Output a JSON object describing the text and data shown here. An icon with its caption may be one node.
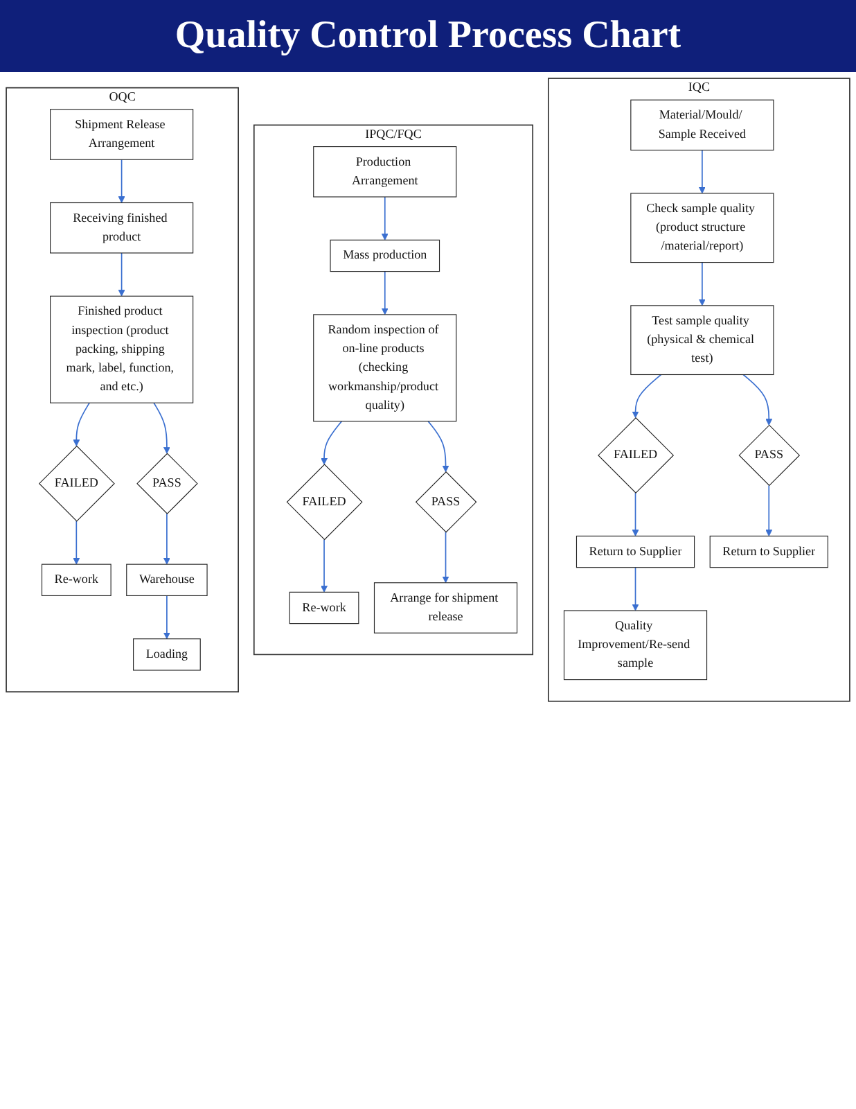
{
  "diagram": {
    "title": "Quality Control Process Chart",
    "nodes": [
      {
        "text": [
          "IQC"
        ]
      },
      {
        "text": [
          "Material/Mould/ Sample Received"
        ],
        "in": 0
      },
      {
        "text": [
          "Check sample quality (product structure /material/report)"
        ],
        "in": 0
      },
      {
        "text": [
          "Test sample quality (physical & chemical test)"
        ],
        "in": 0
      },
      {
        "text": [
          "FAILED"
        ],
        "in": 0
      },
      {
        "text": [
          "PASS"
        ],
        "in": 0
      },
      {
        "text": [
          "Return to Supplier"
        ],
        "in": 0
      },
      {
        "text": [
          "Return to Supplier"
        ],
        "in": 0
      },
      {
        "text": [
          "Quality Improvement/Re-send sample"
        ],
        "in": 0
      },
      {
        "text": [
          "IPQC/FQC"
        ]
      },
      {
        "text": [
          "Production Arrangement"
        ],
        "in": 9
      },
      {
        "text": [
          "Mass production"
        ],
        "in": 9
      },
      {
        "text": [
          "Random inspection of on-line products (checking workmanship/product quality)"
        ],
        "in": 9
      },
      {
        "text": [
          "FAILED"
        ],
        "in": 9
      },
      {
        "text": [
          "PASS"
        ],
        "in": 9
      },
      {
        "text": [
          "Re-work"
        ],
        "in": 9
      },
      {
        "text": [
          "Arrange for shipment release"
        ],
        "in": 9
      },
      {
        "text": [
          "OQC"
        ]
      },
      {
        "text": [
          "Shipment Release Arrangement"
        ],
        "in": 17
      },
      {
        "text": [
          "Receiving finished product"
        ],
        "in": 17
      },
      {
        "text": [
          "Finished product inspection (product packing, shipping mark, label, function, and etc.)"
        ],
        "in": 17
      },
      {
        "text": [
          "FAILED"
        ],
        "in": 17
      },
      {
        "text": [
          "PASS"
        ],
        "in": 17
      },
      {
        "text": [
          "Re-work"
        ],
        "in": 17
      },
      {
        "text": [
          "Warehouse"
        ],
        "in": 17
      },
      {
        "text": [
          "Loading"
        ],
        "in": 17
      }
    ],
    "edges": [
      {
        "from": 1,
        "to": 2,
        "arrow": "to"
      },
      {
        "from": 2,
        "to": 3,
        "arrow": "to"
      },
      {
        "from": 3,
        "to": 4,
        "arrow": "to"
      },
      {
        "from": 3,
        "to": 5,
        "arrow": "to"
      },
      {
        "from": 4,
        "to": 6,
        "arrow": "to"
      },
      {
        "from": 5,
        "to": 7,
        "arrow": "to"
      },
      {
        "from": 6,
        "to": 8,
        "arrow": "to"
      },
      {
        "from": 10,
        "to": 11,
        "arrow": "to"
      },
      {
        "from": 11,
        "to": 12,
        "arrow": "to"
      },
      {
        "from": 12,
        "to": 13,
        "arrow": "to"
      },
      {
        "from": 12,
        "to": 14,
        "arrow": "to"
      },
      {
        "from": 13,
        "to": 15,
        "arrow": "to"
      },
      {
        "from": 14,
        "to": 16,
        "arrow": "to"
      },
      {
        "from": 18,
        "to": 19,
        "arrow": "to"
      },
      {
        "from": 19,
        "to": 20,
        "arrow": "to"
      },
      {
        "from": 20,
        "to": 21,
        "arrow": "to"
      },
      {
        "from": 20,
        "to": 22,
        "arrow": "to"
      },
      {
        "from": 21,
        "to": 23,
        "arrow": "to"
      },
      {
        "from": 22,
        "to": 24,
        "arrow": "to"
      },
      {
        "from": 24,
        "to": 25,
        "arrow": "to"
      }
    ]
  }
}
